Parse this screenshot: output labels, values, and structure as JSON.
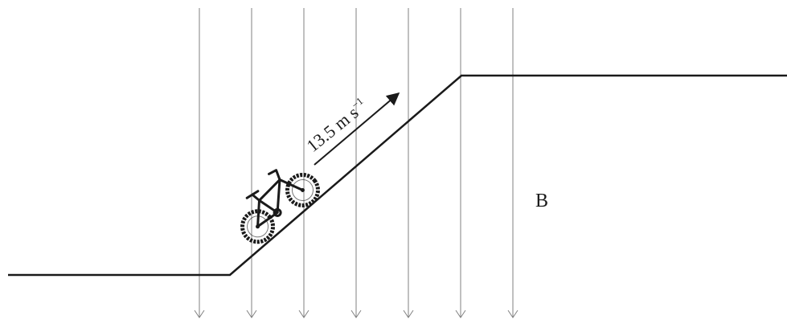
{
  "figure": {
    "speed_label": {
      "value": "13.5 m s",
      "exponent": "−1"
    },
    "field_label": "B",
    "field_direction": "downward",
    "field_line_count": 7,
    "object_icon": "bicycle-icon",
    "colors": {
      "stroke": "#1a1a1a",
      "field_lines": "#808080",
      "background": "#ffffff"
    }
  }
}
